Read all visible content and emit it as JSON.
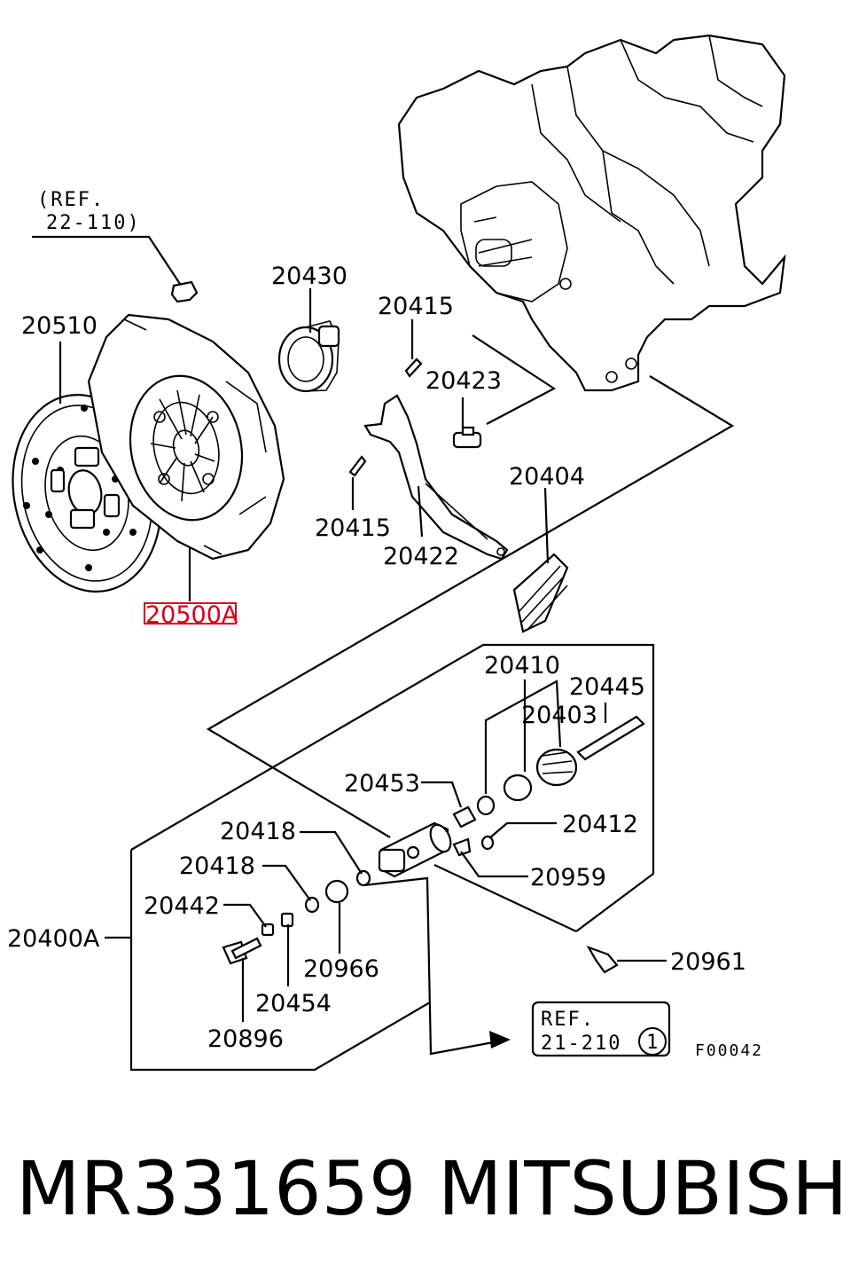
{
  "diagram": {
    "ref_top": {
      "line1": "(REF.",
      "line2": "22-110)"
    },
    "labels": {
      "l20510": "20510",
      "l20430": "20430",
      "l20415a": "20415",
      "l20423": "20423",
      "l20404": "20404",
      "l20415b": "20415",
      "l20422": "20422",
      "l20500A": "20500A",
      "l20410": "20410",
      "l20445": "20445",
      "l20403": "20403",
      "l20453": "20453",
      "l20418a": "20418",
      "l20412": "20412",
      "l20418b": "20418",
      "l20959": "20959",
      "l20442": "20442",
      "l20400A": "20400A",
      "l20966": "20966",
      "l20961": "20961",
      "l20454": "20454",
      "l20896": "20896"
    },
    "ref_box": {
      "line1": "REF.",
      "line2": "21-210",
      "circled": "1"
    },
    "figure_code": "F00042",
    "highlight_color": "#d9001b"
  },
  "footer": {
    "part_number": "MR331659",
    "brand": "MITSUBISHI"
  }
}
